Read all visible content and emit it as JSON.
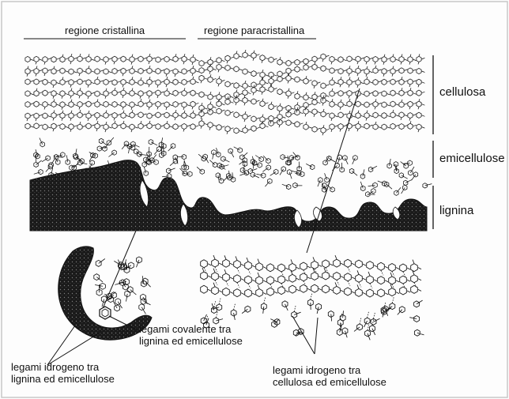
{
  "labels": {
    "regione_cristallina": "regione cristallina",
    "regione_paracristallina": "regione paracristallina",
    "cellulosa": "cellulosa",
    "emicellulose": "emicellulose",
    "lignina": "lignina",
    "legami_covalente": "legami covalente tra lignina ed emicellulose",
    "legami_idrogeno_lignina": "legami idrogeno tra lignina ed emicellulose",
    "legami_idrogeno_cellulosa": "legami idrogeno tra cellulosa ed emicellulose"
  },
  "colors": {
    "ink": "#111111",
    "lignin_fill": "#1a1a1a",
    "background": "#fdfdfd"
  }
}
